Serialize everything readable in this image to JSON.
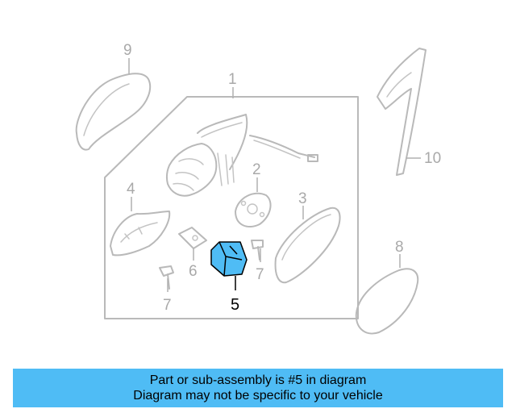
{
  "callouts": {
    "c1": "1",
    "c2": "2",
    "c3": "3",
    "c4": "4",
    "c5": "5",
    "c6": "6",
    "c7a": "7",
    "c7b": "7",
    "c8": "8",
    "c9": "9",
    "c10": "10"
  },
  "highlight": {
    "part": "5",
    "color": "#4fbcf5"
  },
  "banner": {
    "line1": "Part or sub-assembly is #5 in diagram",
    "line2": "Diagram may not be specific to your vehicle",
    "color": "#4fbcf5"
  }
}
